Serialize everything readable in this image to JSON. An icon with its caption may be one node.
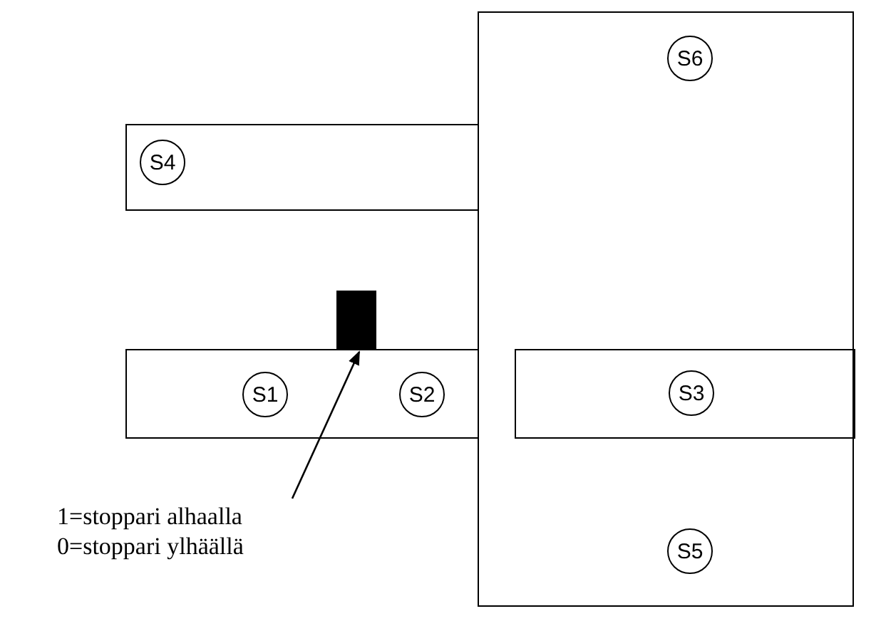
{
  "diagram": {
    "nodes": [
      {
        "text": [],
        "shape": "box"
      },
      {
        "text": [
          "S6"
        ],
        "in": 0
      },
      {
        "text": [],
        "shape": "box"
      },
      {
        "text": [
          "S4"
        ],
        "in": 2
      },
      {
        "text": [],
        "shape": "box"
      },
      {
        "text": [],
        "shape": "bar"
      },
      {
        "text": [
          "S1"
        ],
        "in": 4
      },
      {
        "text": [
          "S2"
        ],
        "in": 4
      },
      {
        "text": [],
        "shape": "box",
        "in": 0
      },
      {
        "text": [
          "S3"
        ],
        "in": 8
      },
      {
        "text": [
          "S5"
        ],
        "in": 0
      },
      {
        "text": [
          "1=stoppari alhaalla",
          "0=stoppari ylhäällä"
        ]
      }
    ],
    "edges": [
      {
        "from": 11,
        "to": 5,
        "arrow": "to"
      }
    ]
  }
}
